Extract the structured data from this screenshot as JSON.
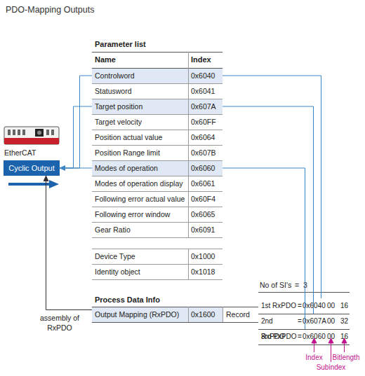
{
  "diagram": {
    "title": "PDO-Mapping Outputs",
    "nodes": [
      {
        "text": [
          "Controlword",
          "0x6040"
        ]
      },
      {
        "text": [
          "Target position",
          "0x607A"
        ]
      },
      {
        "text": [
          "Cyclic Output"
        ]
      },
      {
        "text": [
          "Modes of operation",
          "0x6060"
        ]
      },
      {
        "text": [
          "1st RxPDO",
          "=",
          "0x6040",
          "00",
          "16"
        ]
      },
      {
        "text": [
          "Output Mapping (RxPDO)",
          "0x1600"
        ]
      },
      {
        "text": [
          "2nd RxPDO",
          "=",
          "0x607A",
          "00",
          "32"
        ]
      },
      {
        "text": [
          "3rd PxPDO",
          "=",
          "0x6060",
          "00",
          "16"
        ]
      }
    ],
    "edges": [
      {
        "from": 0,
        "to": 2,
        "arrow": "none"
      },
      {
        "from": 1,
        "to": 2,
        "arrow": "none"
      },
      {
        "from": 3,
        "to": 2,
        "arrow": "to"
      },
      {
        "from": 0,
        "to": 4,
        "arrow": "none"
      },
      {
        "from": 1,
        "to": 6,
        "arrow": "none"
      },
      {
        "from": 3,
        "to": 7,
        "arrow": "none"
      },
      {
        "from": 5,
        "to": 2,
        "arrow": "to"
      }
    ],
    "labels": [
      "Parameter list",
      "Name",
      "Index",
      "Statusword",
      "0x6041",
      "Target velocity",
      "0x60FF",
      "Position actual value",
      "0x6064",
      "Position Range limit",
      "0x607B",
      "Modes of operation display",
      "0x6061",
      "Following error actual value",
      "0x60F4",
      "Following error window",
      "0x6065",
      "Gear Ratio",
      "0x6091",
      "Device Type",
      "0x1000",
      "Identity object",
      "0x1018",
      "EtherCAT",
      "No of SI's",
      "=",
      "3",
      "Process Data Info",
      "Record",
      "assembly of RxPDO",
      "Index",
      "Subindex",
      "Bitlength"
    ]
  }
}
